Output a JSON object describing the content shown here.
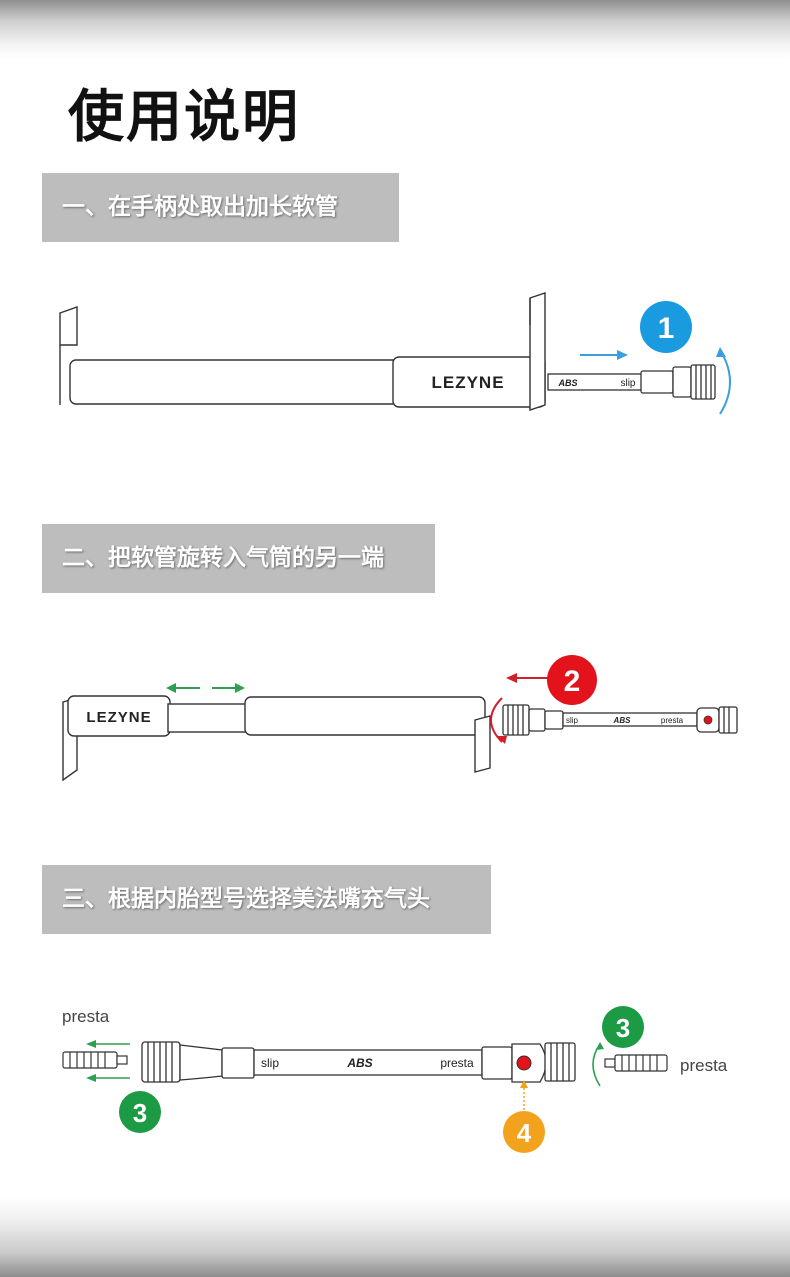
{
  "title": "使用说明",
  "steps": [
    {
      "label": "一、在手柄处取出加长软管",
      "badge": "1"
    },
    {
      "label": "二、把软管旋转入气筒的另一端",
      "badge": "2"
    },
    {
      "label": "三、根据内胎型号选择美法嘴充气头",
      "badge_left": "3",
      "badge_right": "3",
      "badge_bottom": "4"
    }
  ],
  "pump": {
    "brand": "LEZYNE"
  },
  "hose": {
    "abs": "ABS",
    "slip": "slip",
    "presta": "presta"
  },
  "valves": {
    "left_label": "presta",
    "right_label": "presta"
  },
  "colors": {
    "banner_bg": "#bdbdbd",
    "badge_blue": "#1a9be0",
    "badge_red": "#e3131b",
    "badge_green": "#1c9a44",
    "badge_orange": "#f2a21c",
    "arrow_blue": "#3a9ee0",
    "arrow_red": "#d0202a",
    "arrow_green": "#2aa050"
  }
}
